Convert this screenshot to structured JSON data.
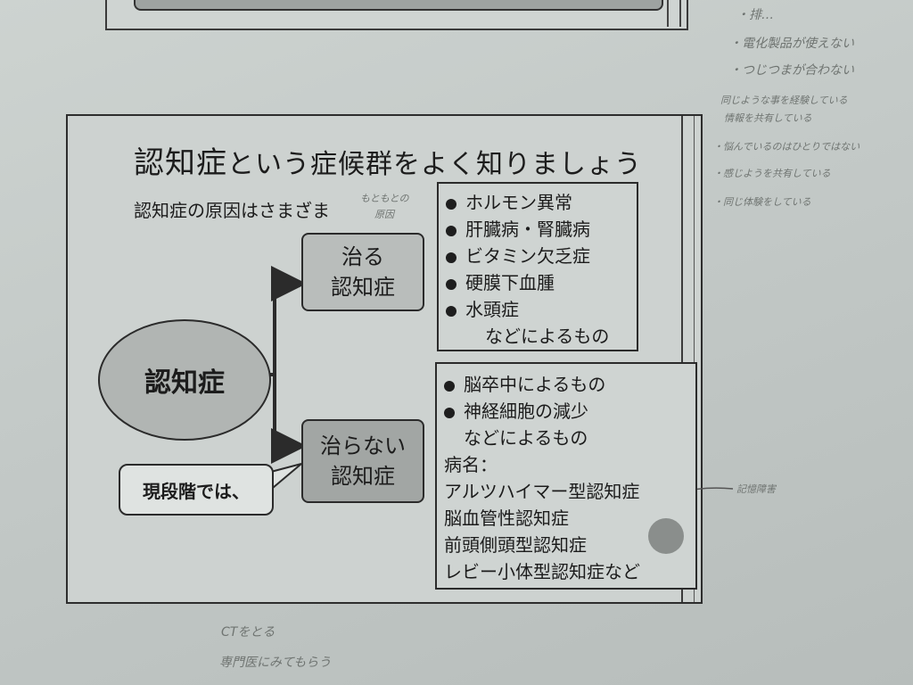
{
  "top_slide": {
    "text": ""
  },
  "slide": {
    "title_big": "認知症",
    "title_rest": "という症候群をよく知りましょう",
    "subtitle": "認知症の原因はさまざま",
    "center": "認知症",
    "cure_box": {
      "line1": "治る",
      "line2": "認知症"
    },
    "nocure_box": {
      "line1": "治らない",
      "line2": "認知症"
    },
    "callout": "現段階では、",
    "curable_causes": [
      "ホルモン異常",
      "肝臓病・腎臓病",
      "ビタミン欠乏症",
      "硬膜下血腫",
      "水頭症"
    ],
    "curable_tail": "などによるもの",
    "incurable_causes": [
      "脳卒中によるもの",
      "神経細胞の減少"
    ],
    "incurable_tail": "などによるもの",
    "disease_label": "病名：",
    "diseases": [
      "アルツハイマー型認知症",
      "脳血管性認知症",
      "前頭側頭型認知症",
      "レビー小体型認知症など"
    ]
  },
  "handwriting": {
    "subtitle_note_1": "もともとの",
    "subtitle_note_2": "原因",
    "right_notes": [
      "・排…",
      "・電化製品が使えない",
      "・つじつまが合わない",
      "同じような事を経験している",
      "情報を共有している",
      "・悩んでいるのはひとりではない",
      "・感じようを共有している",
      "・同じ体験をしている"
    ],
    "disease_note": "記憶障害",
    "bottom_note_1": "CTをとる",
    "bottom_note_2": "専門医にみてもらう"
  },
  "colors": {
    "paper": "#cdd2d0",
    "ink": "#1c1c1c",
    "box_fill": "#b9bdbb",
    "box_fill_dark": "#a2a6a4"
  }
}
